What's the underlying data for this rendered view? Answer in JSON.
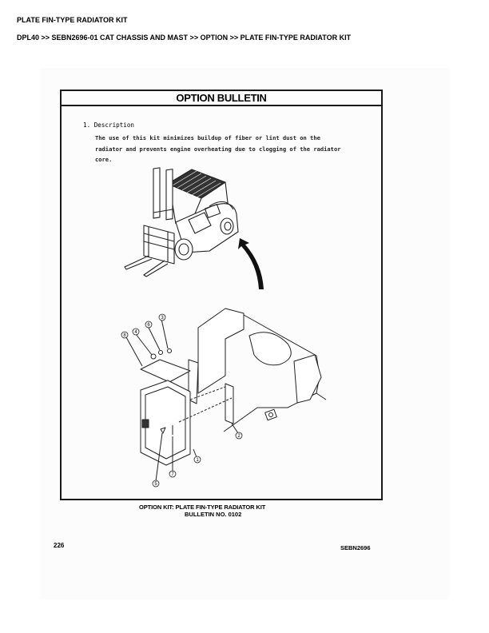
{
  "header": {
    "title": "PLATE FIN-TYPE RADIATOR KIT",
    "breadcrumb": "DPL40 >> SEBN2696-01 CAT CHASSIS AND MAST >> OPTION >> PLATE FIN-TYPE RADIATOR KIT",
    "breadcrumb_items": [
      "DPL40",
      "SEBN2696-01 CAT CHASSIS AND MAST",
      "OPTION",
      "PLATE FIN-TYPE RADIATOR KIT"
    ]
  },
  "bulletin": {
    "title": "OPTION BULLETIN",
    "section_heading": "1. Description",
    "description_lines": [
      "The use of this kit minimizes buildup of fiber or lint dust on the",
      "radiator and prevents engine overheating due to clogging of the radiator",
      "core."
    ],
    "illustration": {
      "upper": "forklift-truck-overview",
      "lower": "radiator-kit-exploded-view",
      "callouts": [
        "8",
        "4",
        "6",
        "3",
        "2",
        "1",
        "7",
        "5"
      ]
    }
  },
  "footer": {
    "caption_line1": "OPTION KIT: PLATE FIN-TYPE RADIATOR KIT",
    "caption_line2": "BULLETIN NO. 0102",
    "page_number": "226",
    "doc_id": "SEBN2696"
  }
}
